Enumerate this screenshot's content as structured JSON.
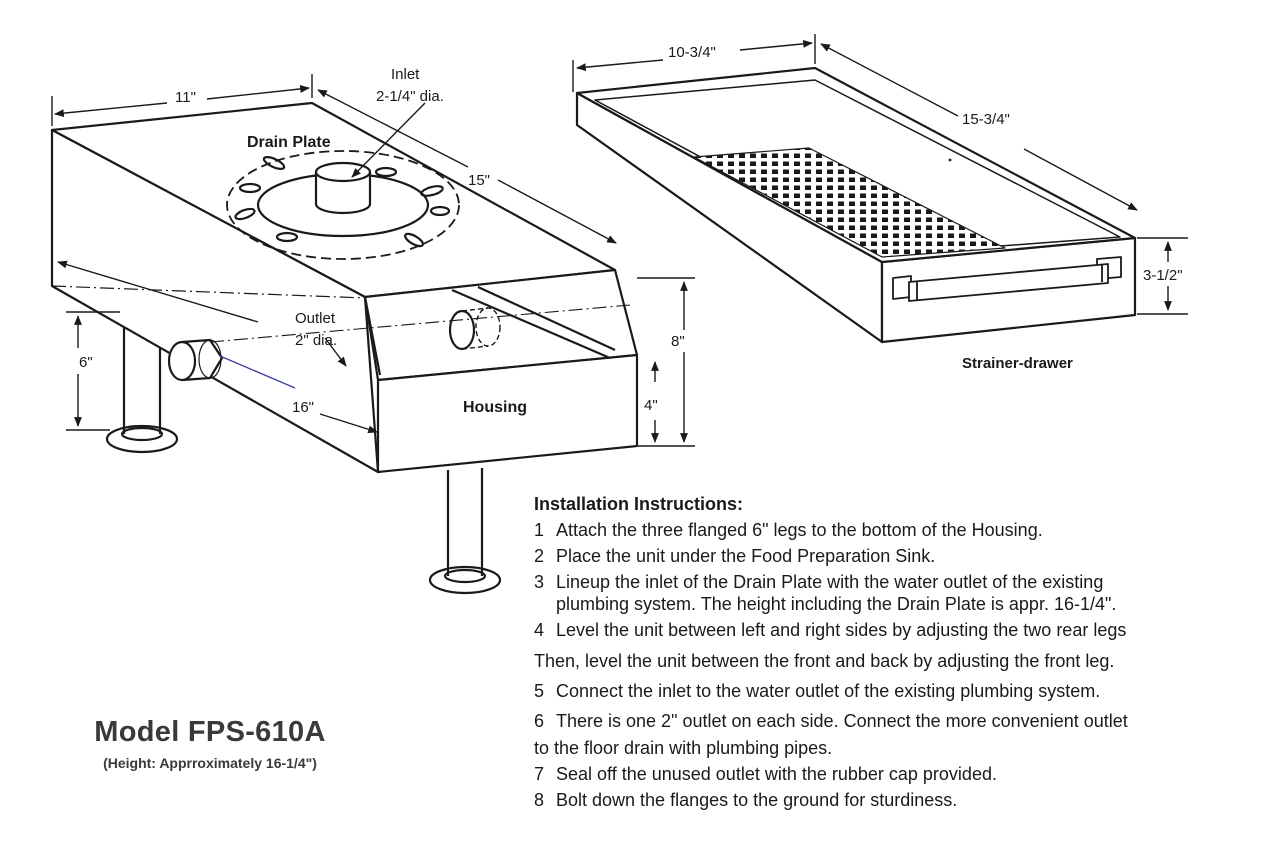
{
  "diagram": {
    "labels": {
      "inlet": "Inlet",
      "inlet_dia": "2-1/4\" dia.",
      "drain_plate": "Drain Plate",
      "outlet": "Outlet",
      "outlet_dia": "2\" dia.",
      "housing": "Housing",
      "strainer_drawer": "Strainer-drawer"
    },
    "dimensions": {
      "housing_width": "11\"",
      "housing_depth": "15\"",
      "housing_length": "16\"",
      "leg_height": "6\"",
      "total_height": "8\"",
      "front_height": "4\"",
      "drawer_width": "10-3/4\"",
      "drawer_length": "15-3/4\"",
      "drawer_height": "3-1/2\""
    }
  },
  "instructions": {
    "heading": "Installation Instructions:",
    "steps": [
      {
        "num": "1",
        "lines": [
          "Attach the three flanged 6\" legs to the bottom of the Housing."
        ]
      },
      {
        "num": "2",
        "lines": [
          "Place the unit under the Food Preparation Sink."
        ]
      },
      {
        "num": "3",
        "lines": [
          "Lineup the inlet of the Drain Plate with the water outlet of the existing",
          "plumbing system.  The height including the Drain Plate is appr. 16-1/4\"."
        ]
      },
      {
        "num": "4",
        "lines": [
          "Level the unit between left and right sides by adjusting the two rear legs",
          "Then, level the unit between the front and back by adjusting the front leg."
        ]
      },
      {
        "num": "5",
        "lines": [
          "Connect the inlet to the water outlet of the existing plumbing system."
        ]
      },
      {
        "num": "6",
        "lines": [
          "There is one 2\" outlet on each side.  Connect the more convenient outlet",
          "to the floor drain with plumbing pipes."
        ]
      },
      {
        "num": "7",
        "lines": [
          "Seal off the unused outlet with the rubber cap provided."
        ]
      },
      {
        "num": "8",
        "lines": [
          "Bolt down the flanges to the ground for sturdiness."
        ]
      }
    ]
  },
  "model": {
    "title": "Model FPS-610A",
    "subtitle": "(Height: Apprroximately 16-1/4\")"
  }
}
